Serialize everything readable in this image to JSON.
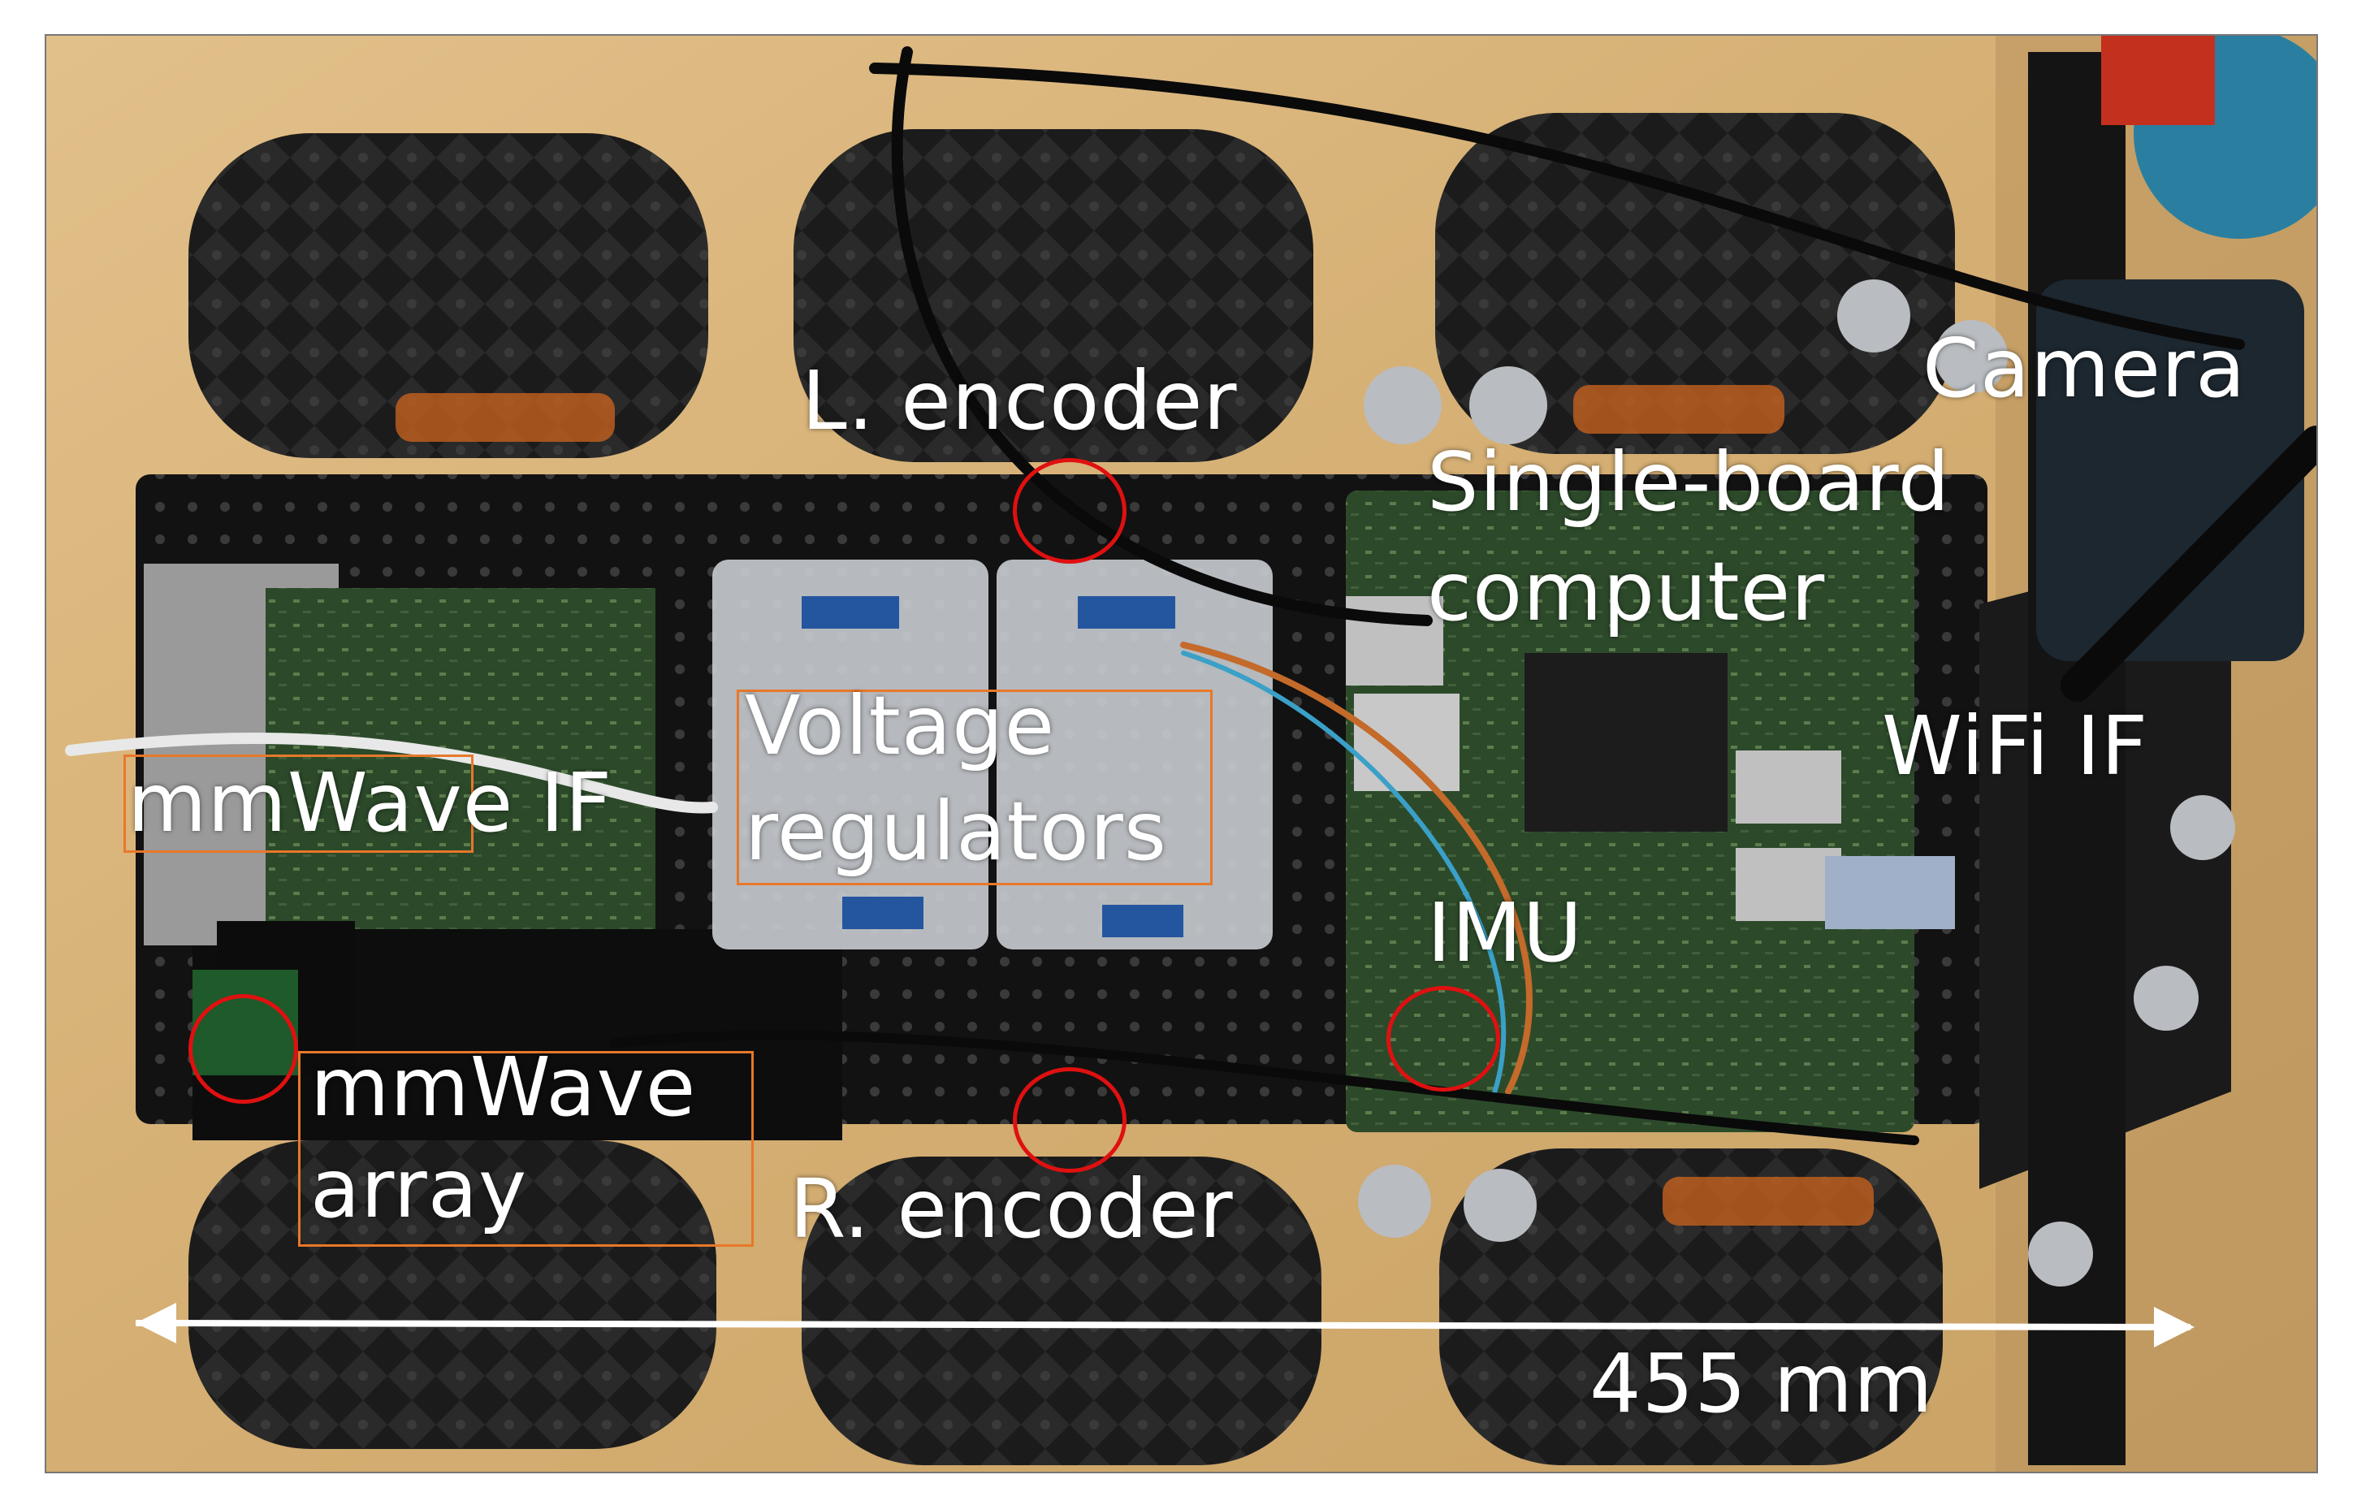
{
  "labels": {
    "l_encoder": "L. encoder",
    "camera": "Camera",
    "sbc_line1": "Single-board",
    "sbc_line2": "computer",
    "voltage_line1": "Voltage",
    "voltage_line2": "regulators",
    "mmwave_if": "mmWave IF",
    "wifi_if": "WiFi IF",
    "imu": "IMU",
    "mmwave_array_line1": "mmWave",
    "mmwave_array_line2": "array",
    "r_encoder": "R. encoder",
    "dimension": "455 mm"
  },
  "colors": {
    "label_text": "#ffffff",
    "box_outline": "#e8782a",
    "marker_circle": "#e01010",
    "table_background": "#d8b47c",
    "tire": "#1a1a1a",
    "chassis": "#111111",
    "board_green": "#2f4a2c"
  }
}
